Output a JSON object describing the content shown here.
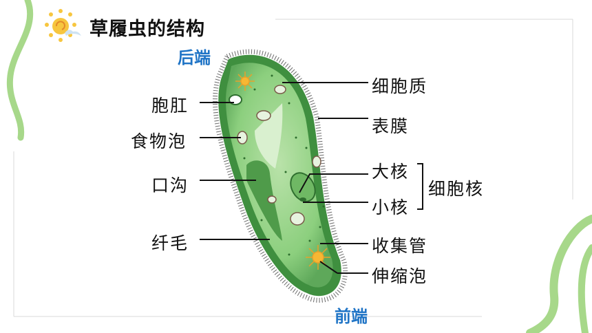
{
  "title": "草履虫的结构",
  "ends": {
    "top": "后端",
    "bottom": "前端"
  },
  "labels_left": {
    "anal_pore": "胞肛",
    "food_vacuole": "食物泡",
    "oral_groove": "口沟",
    "cilia": "纤毛"
  },
  "labels_right": {
    "cytoplasm": "细胞质",
    "cell_membrane": "表膜",
    "macronucleus": "大核",
    "micronucleus": "小核",
    "nucleus_group": "细胞核",
    "collecting_canal": "收集管",
    "contractile_vacuole": "伸缩泡"
  },
  "colors": {
    "body_green": "#8ccf7e",
    "body_dark": "#3f8f3f",
    "accent_blue": "#1f74c6",
    "deco_green": "#9fd37d"
  }
}
